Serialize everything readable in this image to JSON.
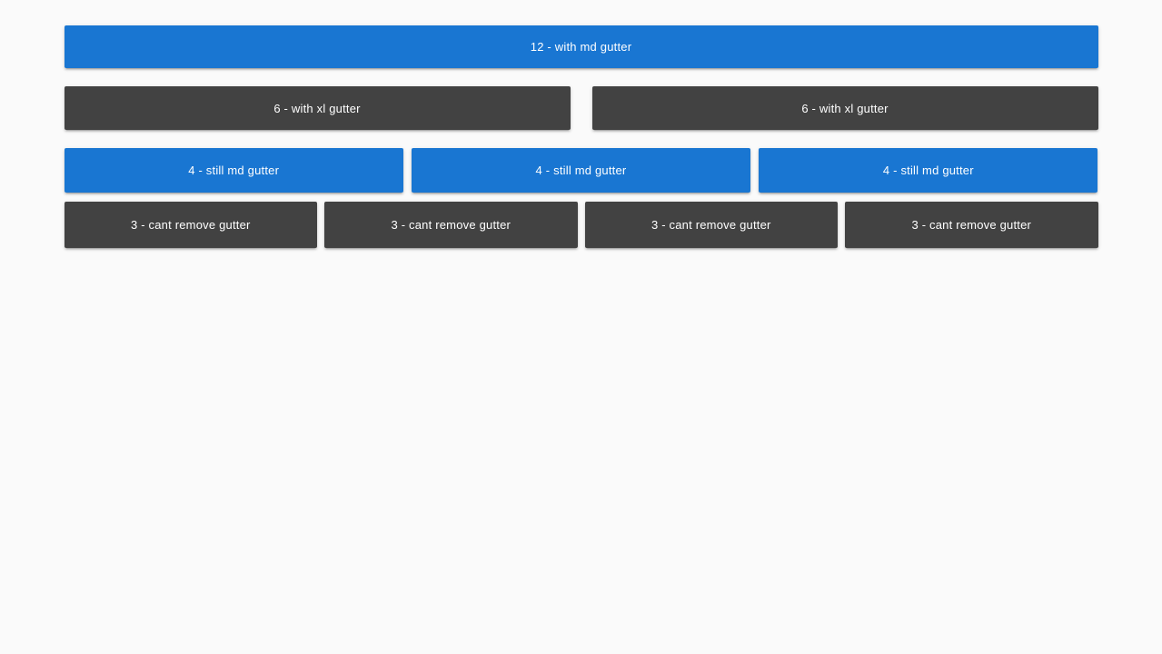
{
  "page": {
    "background": "#fafafa",
    "card_text_color": "#ffffff",
    "colors": {
      "primary_blue": "#1976d2",
      "dark_grey": "#424242"
    }
  },
  "grid": {
    "rows": [
      {
        "gutter": "md",
        "cards": [
          {
            "label": "12 - with md gutter"
          }
        ]
      },
      {
        "gutter": "xl",
        "cards": [
          {
            "label": "6 - with xl gutter"
          },
          {
            "label": "6 - with xl gutter"
          }
        ]
      },
      {
        "gutter": "md",
        "cards": [
          {
            "label": "4 - still md gutter"
          },
          {
            "label": "4 - still md gutter"
          },
          {
            "label": "4 - still md gutter"
          }
        ]
      },
      {
        "gutter": "min",
        "cards": [
          {
            "label": "3 - cant remove gutter"
          },
          {
            "label": "3 - cant remove gutter"
          },
          {
            "label": "3 - cant remove gutter"
          },
          {
            "label": "3 - cant remove gutter"
          }
        ]
      }
    ]
  }
}
